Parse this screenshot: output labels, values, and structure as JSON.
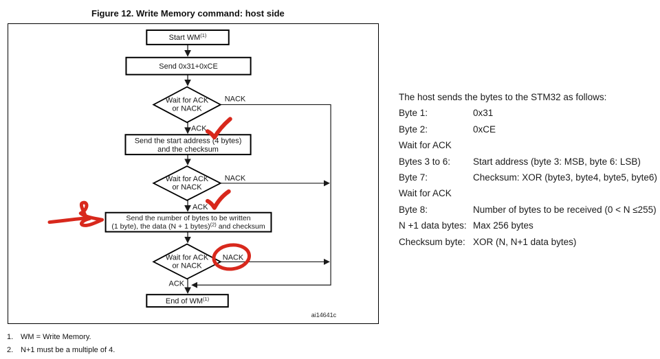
{
  "figure_title": "Figure 12. Write Memory command: host side",
  "flowchart": {
    "start": {
      "text": "Start WM",
      "sup": "(1)"
    },
    "send_cmd": {
      "text": "Send 0x31+0xCE"
    },
    "decision1": {
      "line1": "Wait for ACK",
      "line2": "or NACK"
    },
    "send_addr": {
      "line1": "Send the start address (4 bytes)",
      "line2": "and the checksum"
    },
    "decision2": {
      "line1": "Wait for ACK",
      "line2": "or NACK"
    },
    "send_num": {
      "line1": "Send the number of bytes to be written",
      "line2_pre": "(1 byte), the data (N + 1 bytes)",
      "line2_sup": "(2)",
      "line2_post": " and checksum"
    },
    "decision3": {
      "line1": "Wait for ACK",
      "line2": "or NACK"
    },
    "end": {
      "text": "End of WM",
      "sup": "(1)"
    },
    "ack": "ACK",
    "nack": "NACK",
    "watermark": "ai14641c"
  },
  "protocol": {
    "intro": "The host sends the bytes to the STM32 as follows:",
    "rows": [
      {
        "label": "Byte 1:",
        "value": "0x31"
      },
      {
        "label": "Byte 2:",
        "value": "0xCE"
      },
      {
        "label": "Wait for ACK",
        "value": ""
      },
      {
        "label": "Bytes 3 to 6:",
        "value": "Start address (byte 3: MSB, byte 6: LSB)"
      },
      {
        "label": "Byte 7:",
        "value": "Checksum: XOR (byte3, byte4, byte5, byte6)"
      },
      {
        "label": "Wait for ACK",
        "value": ""
      },
      {
        "label": "Byte 8:",
        "value": "Number of bytes to be received (0 < N ≤255)"
      },
      {
        "label": "N +1 data bytes:",
        "value": "Max 256 bytes"
      },
      {
        "label": "Checksum byte:",
        "value": "XOR (N, N+1 data bytes)"
      }
    ]
  },
  "footnotes": [
    {
      "num": "1.",
      "text": "WM = Write Memory."
    },
    {
      "num": "2.",
      "text": "N+1 must be a multiple of 4."
    }
  ],
  "annotation_color": "#d8281c"
}
